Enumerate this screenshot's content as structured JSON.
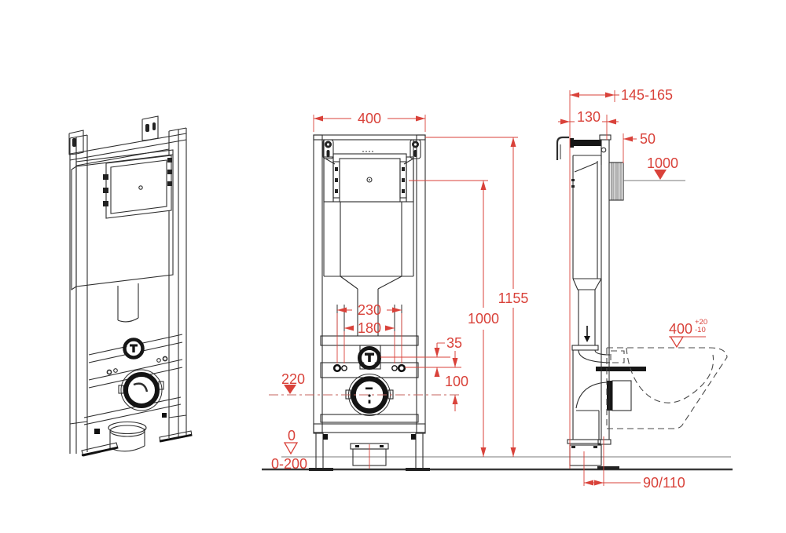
{
  "colors": {
    "dimension_red": "#d9423a",
    "line_dark": "#2e2e2e",
    "centerline_red": "#c4635c",
    "ground_dark": "#3a3a3a"
  },
  "dims": {
    "front_width": "400",
    "overall_height": "1155",
    "front_flush_height": "1000",
    "bolt_spacing_outer": "230",
    "bolt_spacing_inner": "180",
    "inlet_offset": "35",
    "inlet_drain_gap": "100",
    "drain_centre_height": "220",
    "floor_level": "0",
    "foot_adjust_range": "0-200",
    "depth_range": "145-165",
    "frame_depth": "130",
    "plate_clearance": "50",
    "side_flush_height": "1000",
    "bowl_rim_height": "400",
    "bowl_rim_tol_plus": "+20",
    "bowl_rim_tol_minus": "-10",
    "drain_wall_offset": "90/110"
  }
}
